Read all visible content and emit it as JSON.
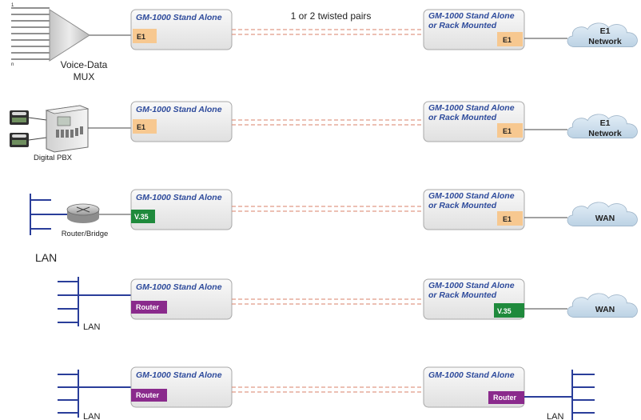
{
  "header_label": "1 or 2 twisted pairs",
  "colors": {
    "box_fill_top": "#f8f8f8",
    "box_fill_bottom": "#e2e2e2",
    "box_stroke": "#a8a8a8",
    "title": "#2e4b9c",
    "e1_tag": "#f7c890",
    "v35_tag": "#1f8a3c",
    "router_tag": "#8a2a8c",
    "pair_line": "#d9816a",
    "cloud": "#cfe0ee",
    "lan_bus": "#2a3e9a"
  },
  "rows": [
    {
      "left_device": "Voice-Data",
      "left_device_line2": "MUX",
      "mux_label_top": "1",
      "mux_label_bottom": "n",
      "left_box_title": "GM-1000 Stand Alone",
      "left_tag": "E1",
      "right_box_title": "GM-1000 Stand Alone",
      "right_box_title2": "or Rack Mounted",
      "right_tag": "E1",
      "cloud_line1": "E1",
      "cloud_line2": "Network"
    },
    {
      "left_device": "Digital PBX",
      "left_box_title": "GM-1000 Stand Alone",
      "left_tag": "E1",
      "right_box_title": "GM-1000 Stand Alone",
      "right_box_title2": "or Rack Mounted",
      "right_tag": "E1",
      "cloud_line1": "E1",
      "cloud_line2": "Network"
    },
    {
      "left_device": "Router/Bridge",
      "left_lan": "LAN",
      "left_box_title": "GM-1000 Stand Alone",
      "left_tag": "V.35",
      "right_box_title": "GM-1000 Stand Alone",
      "right_box_title2": "or Rack Mounted",
      "right_tag": "E1",
      "cloud_line1": "WAN"
    },
    {
      "left_lan": "LAN",
      "left_box_title": "GM-1000 Stand Alone",
      "left_tag": "Router",
      "right_box_title": "GM-1000 Stand Alone",
      "right_box_title2": "or Rack Mounted",
      "right_tag": "V.35",
      "cloud_line1": "WAN"
    },
    {
      "left_lan": "LAN",
      "left_box_title": "GM-1000 Stand Alone",
      "left_tag": "Router",
      "right_box_title": "GM-1000 Stand Alone",
      "right_tag": "Router",
      "right_lan": "LAN"
    }
  ]
}
